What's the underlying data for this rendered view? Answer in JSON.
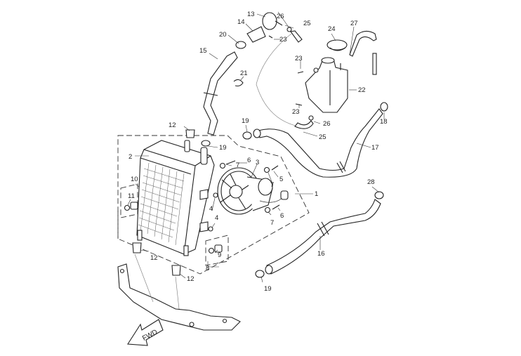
{
  "diagram": {
    "title": "Radiator / Cooling System Parts Diagram",
    "fwd_label": "FWD",
    "callouts": [
      {
        "id": "c1",
        "label": "1"
      },
      {
        "id": "c2",
        "label": "2"
      },
      {
        "id": "c3",
        "label": "3"
      },
      {
        "id": "c4a",
        "label": "4"
      },
      {
        "id": "c4b",
        "label": "4"
      },
      {
        "id": "c5",
        "label": "5"
      },
      {
        "id": "c6a",
        "label": "6"
      },
      {
        "id": "c6b",
        "label": "6"
      },
      {
        "id": "c7a",
        "label": "7"
      },
      {
        "id": "c7b",
        "label": "7"
      },
      {
        "id": "c7c",
        "label": "7"
      },
      {
        "id": "c8",
        "label": "8"
      },
      {
        "id": "c9",
        "label": "9"
      },
      {
        "id": "c10",
        "label": "10"
      },
      {
        "id": "c11",
        "label": "11"
      },
      {
        "id": "c12a",
        "label": "12"
      },
      {
        "id": "c12b",
        "label": "12"
      },
      {
        "id": "c12c",
        "label": "12"
      },
      {
        "id": "c13",
        "label": "13"
      },
      {
        "id": "c14",
        "label": "14"
      },
      {
        "id": "c15",
        "label": "15"
      },
      {
        "id": "c16",
        "label": "16"
      },
      {
        "id": "c17",
        "label": "17"
      },
      {
        "id": "c18",
        "label": "18"
      },
      {
        "id": "c19a",
        "label": "19"
      },
      {
        "id": "c19b",
        "label": "19"
      },
      {
        "id": "c19c",
        "label": "19"
      },
      {
        "id": "c20",
        "label": "20"
      },
      {
        "id": "c21",
        "label": "21"
      },
      {
        "id": "c22",
        "label": "22"
      },
      {
        "id": "c23a",
        "label": "23"
      },
      {
        "id": "c23b",
        "label": "23"
      },
      {
        "id": "c23c",
        "label": "23"
      },
      {
        "id": "c24",
        "label": "24"
      },
      {
        "id": "c25a",
        "label": "25"
      },
      {
        "id": "c25b",
        "label": "25"
      },
      {
        "id": "c26a",
        "label": "26"
      },
      {
        "id": "c26b",
        "label": "26"
      },
      {
        "id": "c27",
        "label": "27"
      },
      {
        "id": "c28",
        "label": "28"
      }
    ]
  }
}
